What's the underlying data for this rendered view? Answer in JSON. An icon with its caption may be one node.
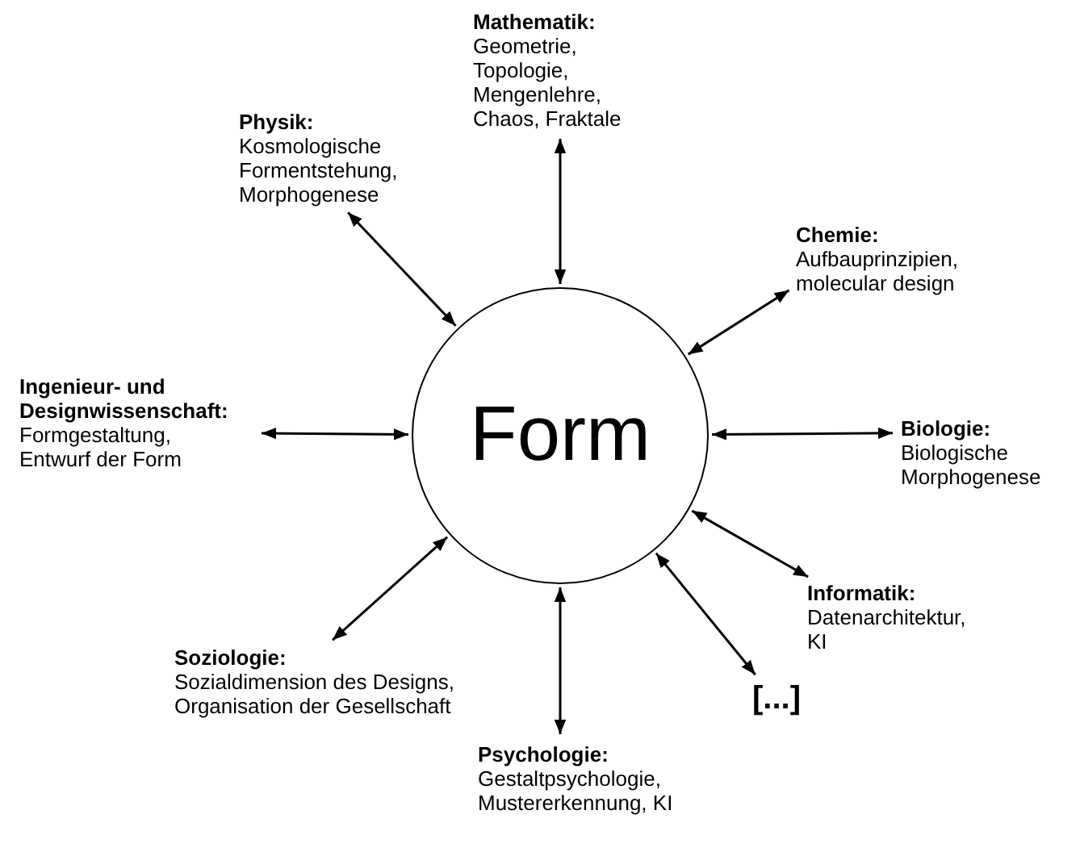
{
  "diagram": {
    "nodes": [
      {
        "text": [
          "Form"
        ]
      },
      {
        "text": [
          "Mathematik:",
          "Geometrie, Topologie, Mengenlehre, Chaos, Fraktale"
        ]
      },
      {
        "text": [
          "Physik:",
          "Kosmologische Formentstehung, Morphogenese"
        ]
      },
      {
        "text": [
          "Chemie:",
          "Aufbauprinzipien, molecular design"
        ]
      },
      {
        "text": [
          "Ingenieur- und Designwissenschaft:",
          "Formgestaltung, Entwurf der Form"
        ]
      },
      {
        "text": [
          "Biologie:",
          "Biologische Morphogenese"
        ]
      },
      {
        "text": [
          "Informatik:",
          "Datenarchitektur, KI"
        ]
      },
      {
        "text": [
          "Soziologie:",
          "Sozialdimension des Designs, Organisation der Gesellschaft"
        ]
      },
      {
        "text": [
          "Psychologie:",
          "Gestaltpsychologie, Mustererkennung, KI"
        ]
      },
      {
        "text": [
          "[...]"
        ]
      }
    ],
    "edges": [
      {
        "from": 1,
        "to": 0,
        "arrow": "both"
      },
      {
        "from": 2,
        "to": 0,
        "arrow": "both"
      },
      {
        "from": 3,
        "to": 0,
        "arrow": "both"
      },
      {
        "from": 4,
        "to": 0,
        "arrow": "both"
      },
      {
        "from": 5,
        "to": 0,
        "arrow": "both"
      },
      {
        "from": 6,
        "to": 0,
        "arrow": "both"
      },
      {
        "from": 7,
        "to": 0,
        "arrow": "both"
      },
      {
        "from": 8,
        "to": 0,
        "arrow": "both"
      },
      {
        "from": 9,
        "to": 0,
        "arrow": "both"
      }
    ]
  }
}
